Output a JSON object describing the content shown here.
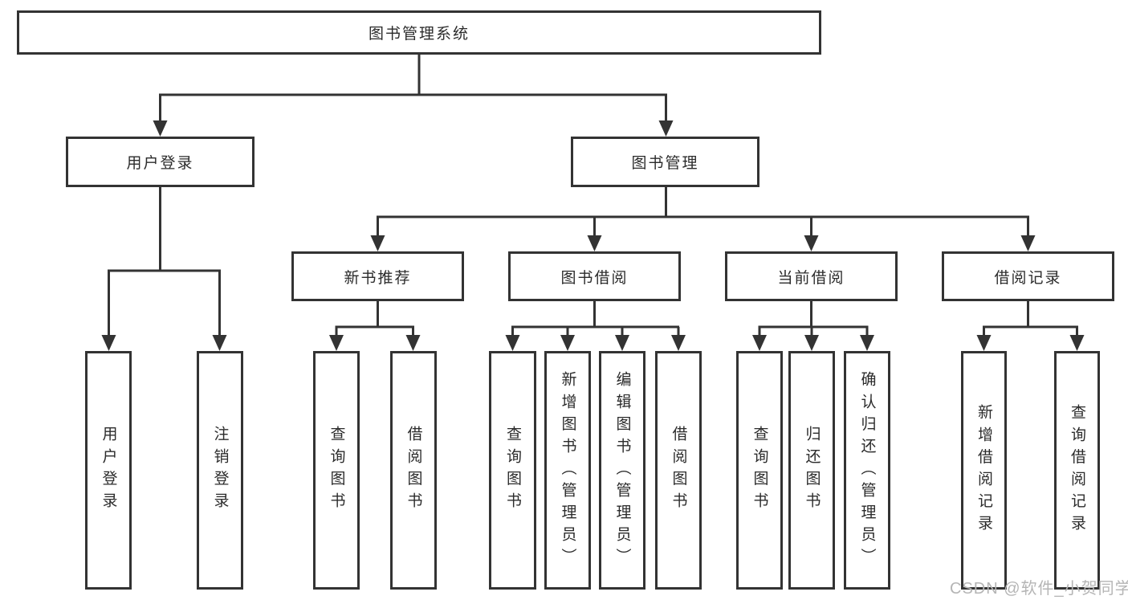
{
  "root": {
    "label": "图书管理系统"
  },
  "user_login": {
    "label": "用户登录",
    "children": [
      {
        "label": "用户登录"
      },
      {
        "label": "注销登录"
      }
    ]
  },
  "book_mgmt": {
    "label": "图书管理",
    "children": [
      {
        "label": "新书推荐",
        "children": [
          {
            "label": "查询图书"
          },
          {
            "label": "借阅图书"
          }
        ]
      },
      {
        "label": "图书借阅",
        "children": [
          {
            "label": "查询图书"
          },
          {
            "label": "新增图书（管理员）"
          },
          {
            "label": "编辑图书（管理员）"
          },
          {
            "label": "借阅图书"
          }
        ]
      },
      {
        "label": "当前借阅",
        "children": [
          {
            "label": "查询图书"
          },
          {
            "label": "归还图书"
          },
          {
            "label": "确认归还（管理员）"
          }
        ]
      },
      {
        "label": "借阅记录",
        "children": [
          {
            "label": "新增借阅记录"
          },
          {
            "label": "查询借阅记录"
          }
        ]
      }
    ]
  },
  "watermark": {
    "text": "CSDN @软件_小贺同学"
  },
  "colors": {
    "line": "#333333",
    "box_border": "#333333",
    "text": "#2b2b2b",
    "watermark": "#b5b5b5",
    "background": "#ffffff"
  }
}
